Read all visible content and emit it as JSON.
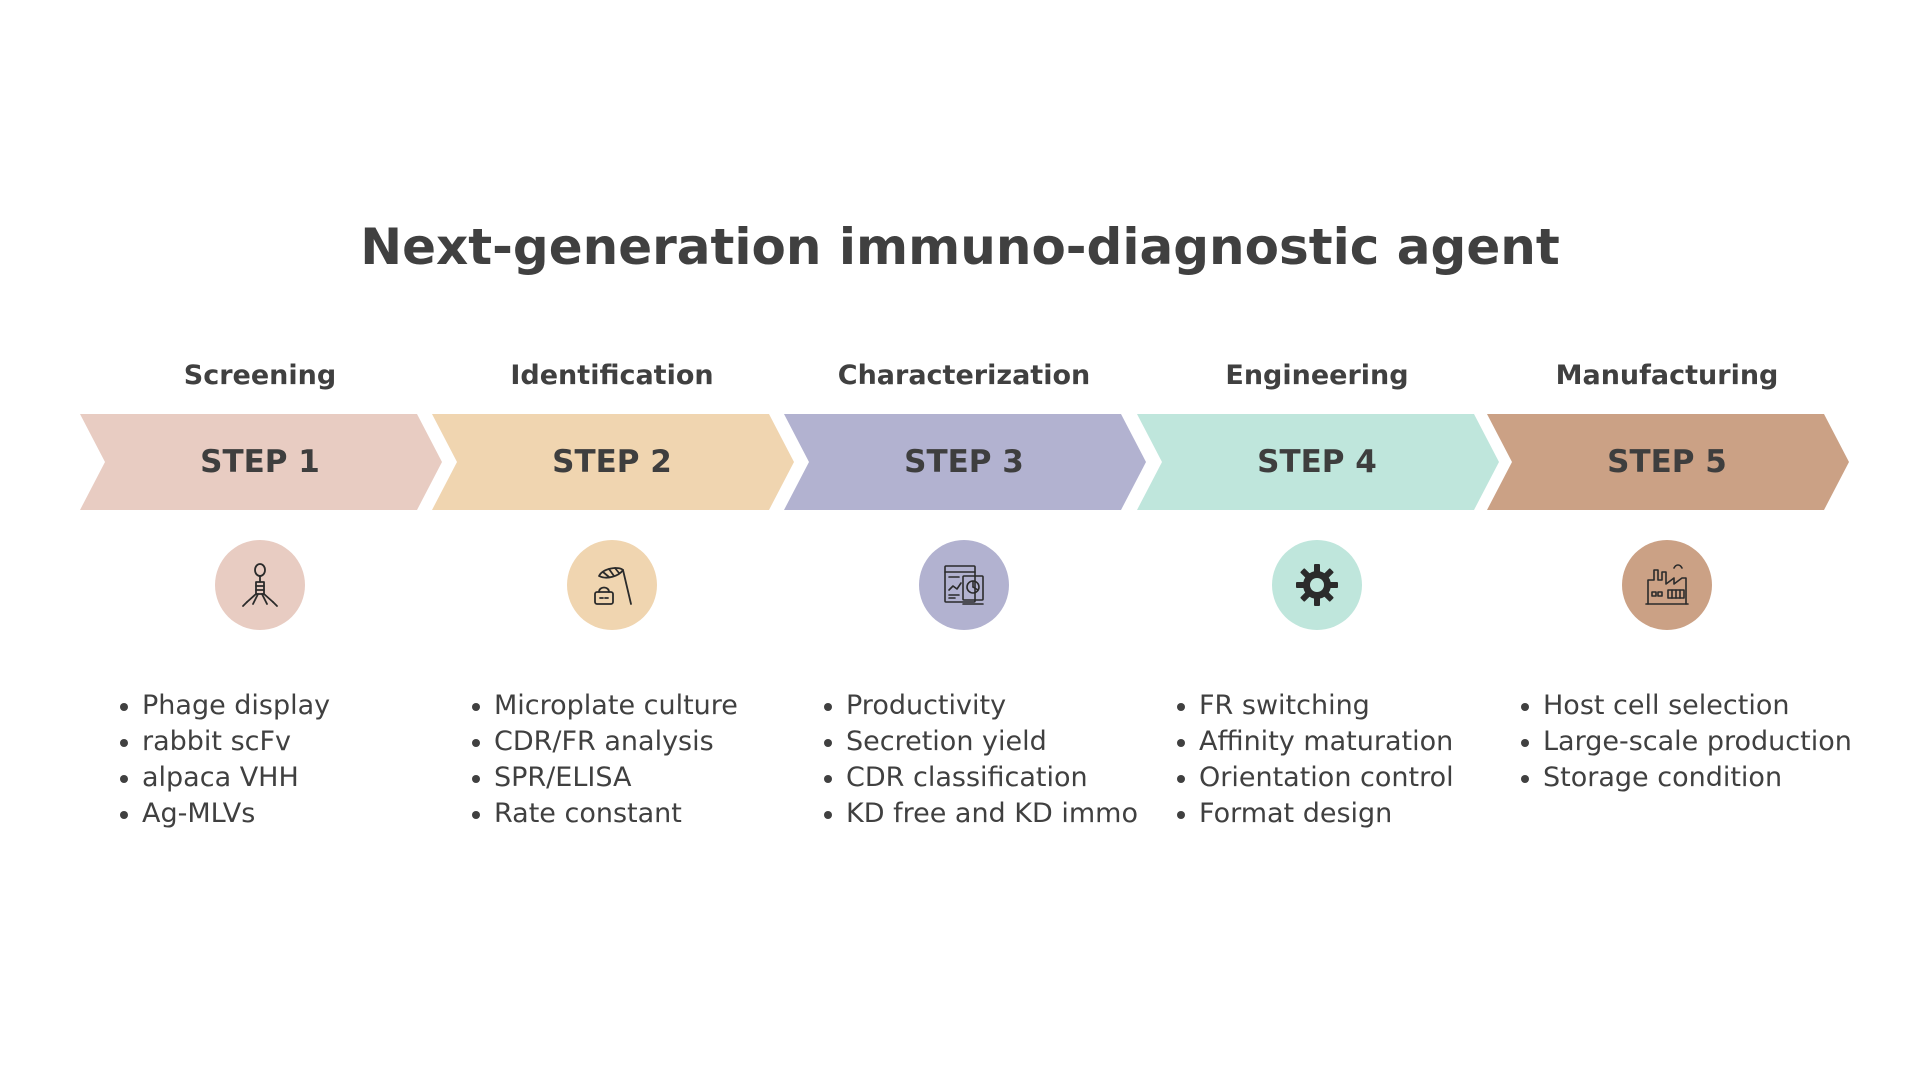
{
  "title": "Next-generation immuno-diagnostic agent",
  "steps": [
    {
      "phase": "Screening",
      "label": "STEP 1",
      "color": "#E8CCC2",
      "icon": "phage-icon",
      "bullets": [
        "Phage display",
        "rabbit scFv",
        "alpaca VHH",
        "Ag-MLVs"
      ]
    },
    {
      "phase": "Identification",
      "label": "STEP 2",
      "color": "#F0D5B0",
      "icon": "net-basket-icon",
      "bullets": [
        "Microplate culture",
        "CDR/FR analysis",
        "SPR/ELISA",
        "Rate constant"
      ]
    },
    {
      "phase": "Characterization",
      "label": "STEP 3",
      "color": "#B2B2D0",
      "icon": "analytics-report-icon",
      "bullets": [
        "Productivity",
        "Secretion yield",
        "CDR classification",
        "KD free and KD immo"
      ]
    },
    {
      "phase": "Engineering",
      "label": "STEP 4",
      "color": "#BFE6DC",
      "icon": "gear-icon",
      "bullets": [
        "FR switching",
        "Affinity maturation",
        "Orientation control",
        "Format design"
      ]
    },
    {
      "phase": "Manufacturing",
      "label": "STEP 5",
      "color": "#CBA185",
      "icon": "factory-icon",
      "bullets": [
        "Host cell selection",
        "Large-scale production",
        "Storage condition"
      ]
    }
  ]
}
